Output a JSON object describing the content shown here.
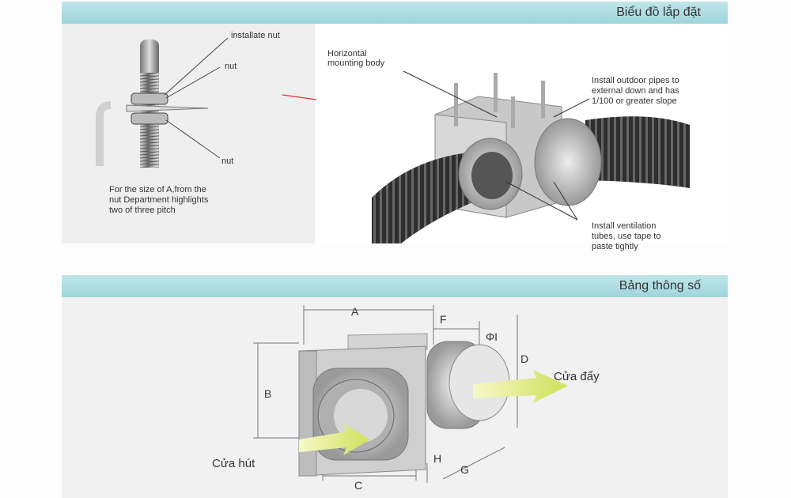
{
  "header_top": {
    "title": "Biểu đồ lắp đặt"
  },
  "header_bottom": {
    "title": "Bảng thông số"
  },
  "left_panel": {
    "label_installate_nut": "installate nut",
    "label_nut_top": "nut",
    "label_nut_bottom": "nut",
    "note_line1": "For the size of A,from the",
    "note_line2": "nut Department highlights",
    "note_line3": "two of three pitch"
  },
  "right_panel": {
    "horizontal_line1": "Horizontal",
    "horizontal_line2": "mounting body",
    "outdoor_line1": "Install outdoor pipes to",
    "outdoor_line2": "external down and has",
    "outdoor_line3": "1/100 or greater slope",
    "vent_line1": "Install ventilation",
    "vent_line2": "tubes, use tape to",
    "vent_line3": "paste tightly"
  },
  "spec_panel": {
    "dim_a": "A",
    "dim_b": "B",
    "dim_c": "C",
    "dim_d": "D",
    "dim_f": "F",
    "dim_g": "G",
    "dim_h": "H",
    "dim_phi": "ΦI",
    "outlet": "Cửa đẩy",
    "inlet": "Cửa hút"
  },
  "colors": {
    "band": "#a8dbe1",
    "arrow": "#d9e86a",
    "pointer": "#e03030"
  }
}
